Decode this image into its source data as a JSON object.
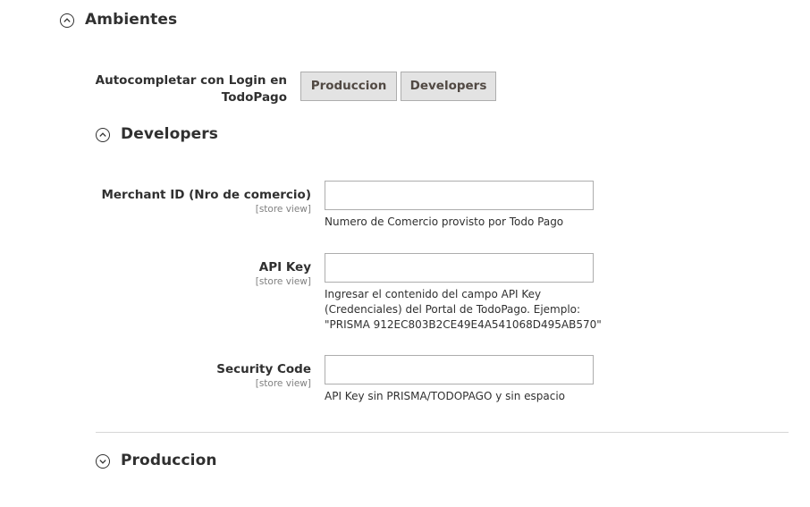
{
  "sections": {
    "ambientes": {
      "title": "Ambientes",
      "state": "expanded"
    },
    "developers": {
      "title": "Developers",
      "state": "expanded"
    },
    "produccion": {
      "title": "Produccion",
      "state": "collapsed"
    }
  },
  "autocomplete": {
    "label_line1": "Autocompletar con Login en",
    "label_line2": "TodoPago",
    "buttons": {
      "produccion": "Produccion",
      "developers": "Developers"
    }
  },
  "fields": {
    "merchant_id": {
      "label": "Merchant ID (Nro de comercio)",
      "scope": "[store view]",
      "value": "",
      "note": "Numero de Comercio provisto por Todo Pago"
    },
    "api_key": {
      "label": "API Key",
      "scope": "[store view]",
      "value": "",
      "note_line1": "Ingresar el contenido del campo API Key",
      "note_line2": "(Credenciales) del Portal de TodoPago. Ejemplo:",
      "note_line3": "\"PRISMA 912EC803B2CE49E4A541068D495AB570\""
    },
    "security_code": {
      "label": "Security Code",
      "scope": "[store view]",
      "value": "",
      "note": "API Key sin PRISMA/TODOPAGO y sin espacio"
    }
  },
  "icons": {
    "expanded": "chevron-up-circle-icon",
    "collapsed": "chevron-down-circle-icon"
  },
  "colors": {
    "text": "#303030",
    "muted": "#808080",
    "button_bg": "#e3e3e3",
    "button_border": "#adadad",
    "button_text": "#514943",
    "input_border": "#adadad",
    "divider": "#d6d6d6"
  }
}
